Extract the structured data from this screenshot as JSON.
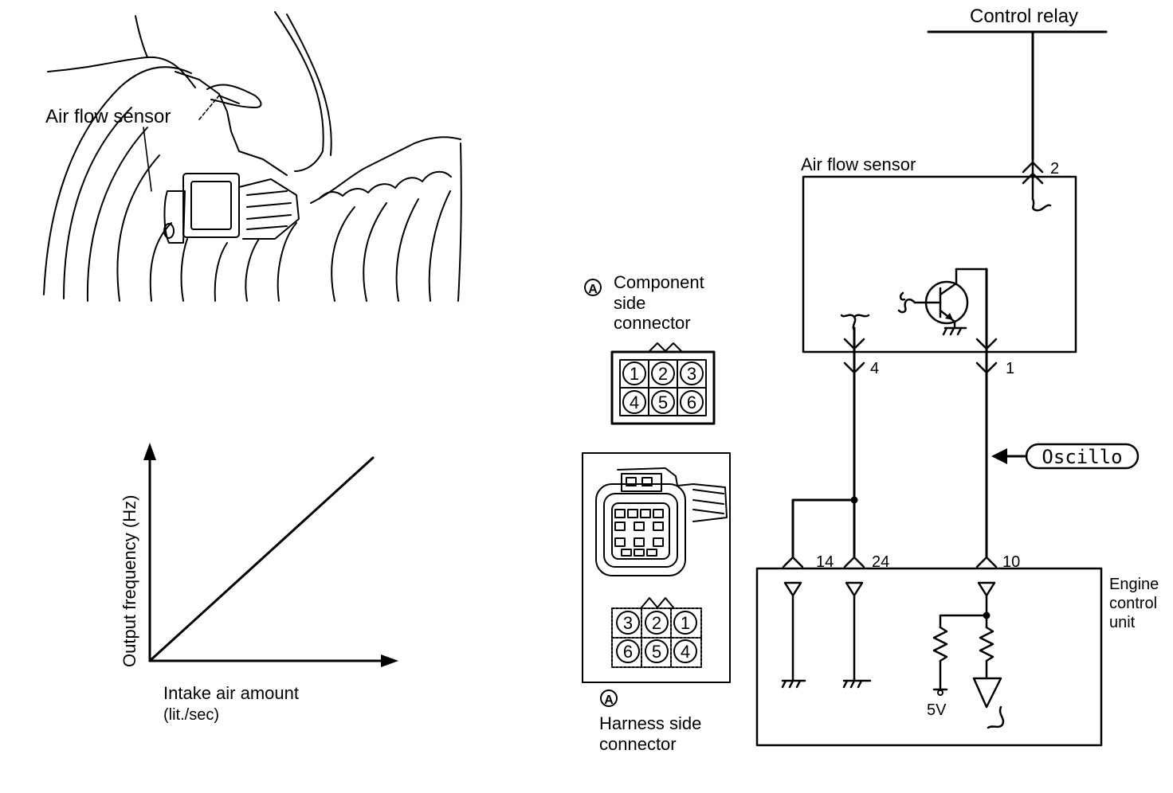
{
  "illustration": {
    "sensor_label": "Air flow sensor"
  },
  "graph": {
    "ylabel": "Output frequency (Hz)",
    "xlabel_line1": "Intake air amount",
    "xlabel_line2": "(lit./sec)"
  },
  "component_connector": {
    "marker": "A",
    "label_line1": "Component",
    "label_line2": "side",
    "label_line3": "connector",
    "pins": [
      "1",
      "2",
      "3",
      "4",
      "5",
      "6"
    ]
  },
  "harness_connector": {
    "marker": "A",
    "label_line1": "Harness side",
    "label_line2": "connector",
    "pins": [
      "3",
      "2",
      "1",
      "6",
      "5",
      "4"
    ]
  },
  "schematic": {
    "control_relay": "Control relay",
    "sensor_label": "Air flow sensor",
    "sensor_pin_top": "2",
    "sensor_pin_left": "4",
    "sensor_pin_right": "1",
    "oscillo": "Oscillo",
    "ecu_pin_a": "14",
    "ecu_pin_b": "24",
    "ecu_pin_c": "10",
    "ecu_line1": "Engine",
    "ecu_line2": "control",
    "ecu_line3": "unit",
    "supply": "5V"
  }
}
